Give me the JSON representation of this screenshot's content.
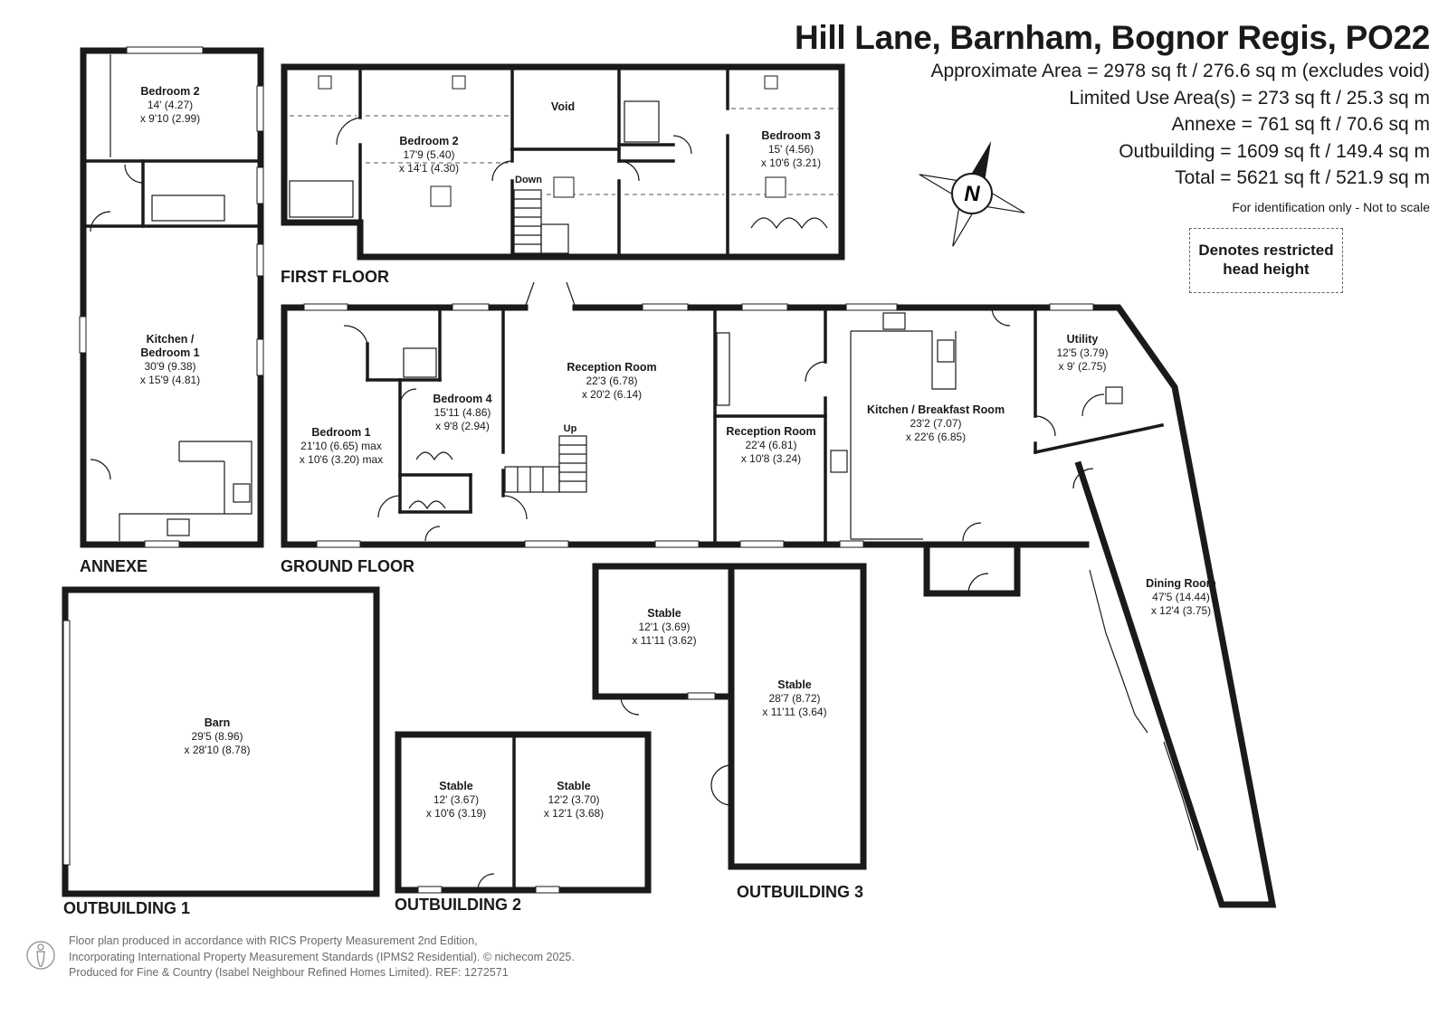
{
  "header": {
    "title": "Hill Lane, Barnham, Bognor Regis, PO22",
    "areas": [
      "Approximate Area = 2978 sq ft / 276.6 sq m (excludes void)",
      "Limited Use Area(s) = 273 sq ft / 25.3 sq m",
      "Annexe = 761 sq ft / 70.6 sq m",
      "Outbuilding = 1609 sq ft / 149.4 sq m",
      "Total = 5621 sq ft / 521.9 sq m"
    ],
    "note": "For identification only - Not to scale"
  },
  "compass": {
    "label": "N"
  },
  "legend": {
    "line1": "Denotes restricted",
    "line2": "head height"
  },
  "floors": {
    "annexe": "ANNEXE",
    "first": "FIRST FLOOR",
    "ground": "GROUND FLOOR",
    "out1": "OUTBUILDING 1",
    "out2": "OUTBUILDING 2",
    "out3": "OUTBUILDING 3"
  },
  "rooms": {
    "annexe_bed2": {
      "name": "Bedroom 2",
      "d1": "14' (4.27)",
      "d2": "x 9'10 (2.99)"
    },
    "annexe_kitchen": {
      "name1": "Kitchen /",
      "name2": "Bedroom 1",
      "d1": "30'9 (9.38)",
      "d2": "x 15'9 (4.81)"
    },
    "ff_bed2": {
      "name": "Bedroom 2",
      "d1": "17'9 (5.40)",
      "d2": "x 14'1 (4.30)"
    },
    "ff_void": {
      "name": "Void"
    },
    "ff_down": {
      "name": "Down"
    },
    "ff_bed3": {
      "name": "Bedroom 3",
      "d1": "15' (4.56)",
      "d2": "x 10'6 (3.21)"
    },
    "gf_bed1": {
      "name": "Bedroom 1",
      "d1": "21'10 (6.65) max",
      "d2": "x 10'6 (3.20) max"
    },
    "gf_bed4": {
      "name": "Bedroom 4",
      "d1": "15'11 (4.86)",
      "d2": "x 9'8 (2.94)"
    },
    "gf_reception1": {
      "name": "Reception Room",
      "d1": "22'3 (6.78)",
      "d2": "x 20'2 (6.14)"
    },
    "gf_up": {
      "name": "Up"
    },
    "gf_reception2": {
      "name": "Reception Room",
      "d1": "22'4 (6.81)",
      "d2": "x 10'8 (3.24)"
    },
    "gf_kitchen": {
      "name": "Kitchen / Breakfast Room",
      "d1": "23'2 (7.07)",
      "d2": "x 22'6 (6.85)"
    },
    "gf_utility": {
      "name": "Utility",
      "d1": "12'5 (3.79)",
      "d2": "x 9' (2.75)"
    },
    "gf_dining": {
      "name": "Dining Room",
      "d1": "47'5 (14.44)",
      "d2": "x 12'4 (3.75)"
    },
    "barn": {
      "name": "Barn",
      "d1": "29'5 (8.96)",
      "d2": "x 28'10 (8.78)"
    },
    "stable_a": {
      "name": "Stable",
      "d1": "12' (3.67)",
      "d2": "x 10'6 (3.19)"
    },
    "stable_b": {
      "name": "Stable",
      "d1": "12'2 (3.70)",
      "d2": "x 12'1 (3.68)"
    },
    "stable_c": {
      "name": "Stable",
      "d1": "12'1 (3.69)",
      "d2": "x 11'11 (3.62)"
    },
    "stable_d": {
      "name": "Stable",
      "d1": "28'7 (8.72)",
      "d2": "x 11'11 (3.64)"
    }
  },
  "footer": {
    "line1": "Floor plan produced in accordance with RICS Property Measurement 2nd Edition,",
    "line2": "Incorporating International Property Measurement Standards (IPMS2 Residential).  © nichecom 2025.",
    "line3": "Produced for Fine & Country (Isabel Neighbour Refined Homes Limited).   REF: 1272571"
  }
}
